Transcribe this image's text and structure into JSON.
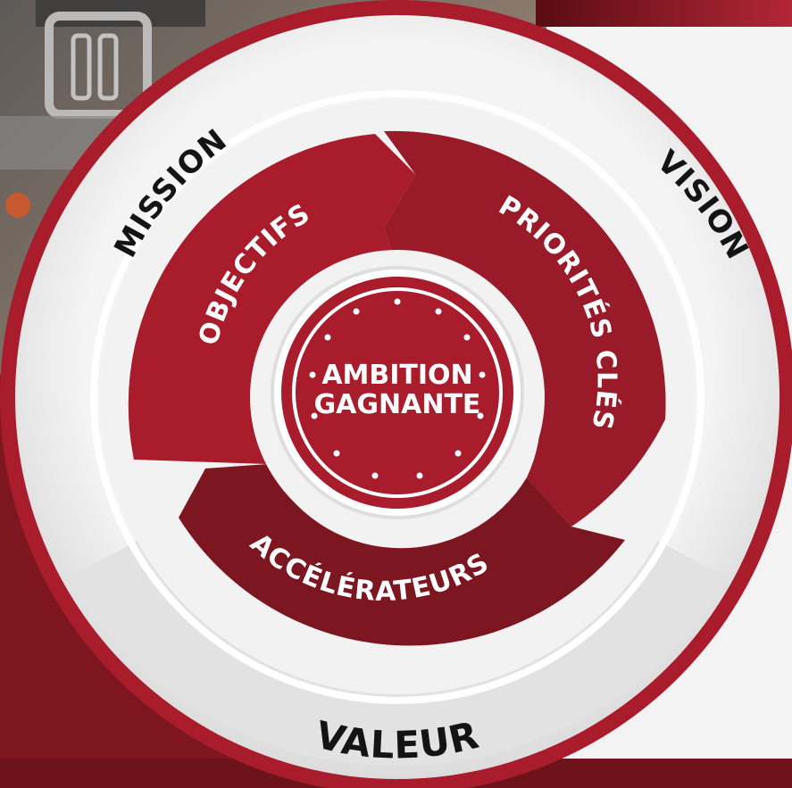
{
  "diagram": {
    "outer_ring": {
      "mission": "MISSION",
      "vision": "VISION",
      "valeur": "VALEUR"
    },
    "segments": {
      "objectifs": "OBJECTIFS",
      "priorites": "PRIORITÉS CLÉS",
      "accelerateurs": "ACCÉLÉRATEURS"
    },
    "hub": {
      "line1": "AMBITION",
      "line2": "GAGNANTE"
    }
  },
  "colors": {
    "brand_red": "#a81c2c",
    "dark_red": "#7c1620",
    "ring_light": "#ededed",
    "ring_shadow": "#cfcfcf",
    "text_dark": "#141414",
    "text_light": "#ffffff"
  }
}
